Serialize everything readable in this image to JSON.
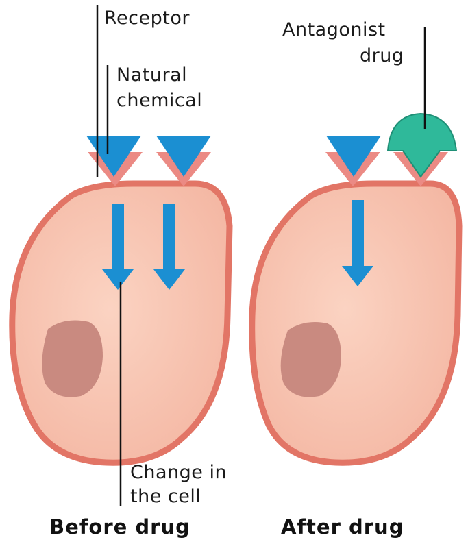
{
  "labels": {
    "receptor": "Receptor",
    "natural_chemical_line1": "Natural",
    "natural_chemical_line2": "chemical",
    "antagonist_line1": "Antagonist",
    "antagonist_line2": "drug",
    "change_line1": "Change in",
    "change_line2": "the cell"
  },
  "captions": {
    "before": "Before drug",
    "after": "After drug"
  },
  "colors": {
    "cell_fill": "#f7c3b0",
    "cell_border": "#e27566",
    "nucleus": "#c98a80",
    "chemical": "#1b8fd2",
    "receptor": "#eb8a84",
    "antagonist": "#2fb99a",
    "leader_line": "#111111"
  }
}
